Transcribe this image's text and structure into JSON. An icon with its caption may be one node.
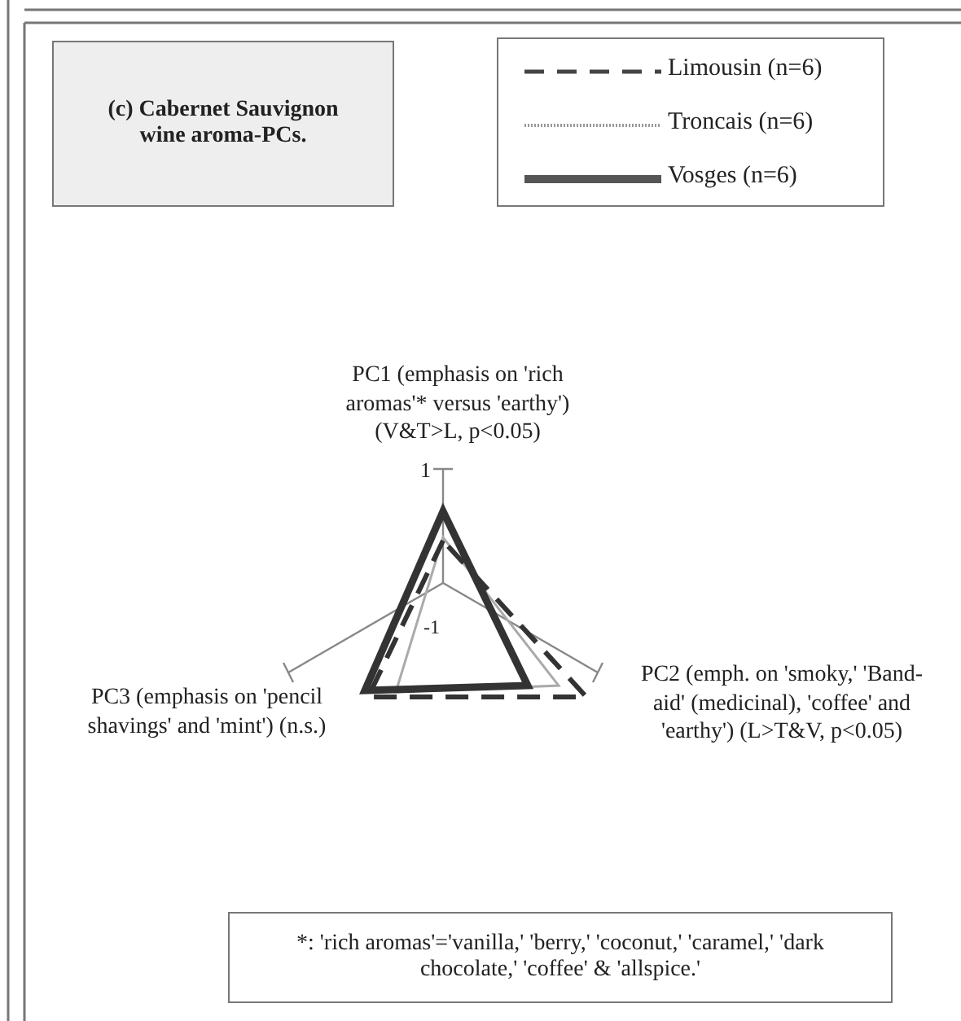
{
  "diagram": {
    "nodes": [
      {
        "text": [
          "(c) Cabernet Sauvignon wine aroma-PCs."
        ]
      },
      {
        "text": [
          "*: 'rich aromas'='vanilla,' 'berry,' 'coconut,' 'caramel,' 'dark chocolate,' 'coffee' & 'allspice.'"
        ]
      }
    ],
    "labels": [
      "PC1 (emphasis on 'rich aromas'* versus 'earthy') (V&T>L, p<0.05)",
      "1",
      "-1",
      "PC3 (emphasis on 'pencil shavings' and 'mint') (n.s.)",
      "PC2 (emph. on 'smoky,' 'Band-aid' (medicinal), 'coffee' and 'earthy') (L>T&V, p<0.05)"
    ],
    "legend": [
      {
        "text": "Limousin (n=6)"
      },
      {
        "text": "Troncais (n=6)"
      },
      {
        "text": "Vosges (n=6)"
      }
    ]
  }
}
